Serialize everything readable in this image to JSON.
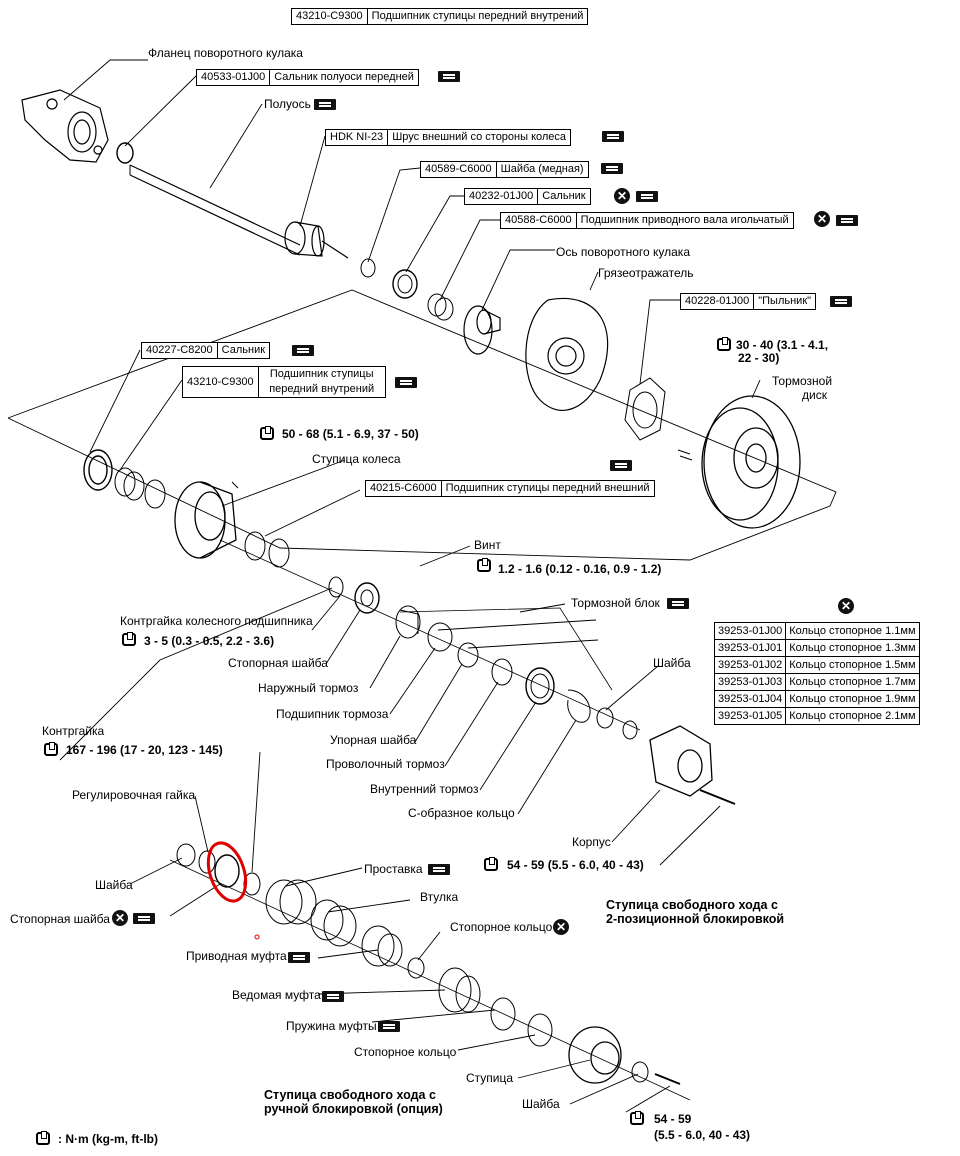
{
  "top_box": {
    "pn": "43210-C9300",
    "text": "Подшипник ступицы передний внутрений"
  },
  "part_boxes": [
    {
      "pn": "40533-01J00",
      "text": "Сальник полуоси передней"
    },
    {
      "pn": "HDK NI-23",
      "text": "Шрус внешний со стороны колеса"
    },
    {
      "pn": "40589-C6000",
      "text": "Шайба (медная)"
    },
    {
      "pn": "40232-01J00",
      "text": "Сальник"
    },
    {
      "pn": "40588-C6000",
      "text": "Подшипник приводного вала игольчатый"
    },
    {
      "pn": "40228-01J00",
      "text": "\"Пыльник\""
    },
    {
      "pn": "40227-C8200",
      "text": "Сальник"
    },
    {
      "pn": "43210-C9300",
      "text": "Подшипник ступицы передний внутрений"
    },
    {
      "pn": "40215-C6000",
      "text": "Подшипник ступицы передний внешний"
    }
  ],
  "labels": {
    "flange": "Фланец поворотного кулака",
    "axle": "Полуось",
    "knuckle_spindle": "Ось поворотного кулака",
    "mud_guard": "Грязеотражатель",
    "brake_disc_1": "Тормозной",
    "brake_disc_2": "диск",
    "wheel_hub": "Ступица колеса",
    "screw": "Винт",
    "lock_nut_bearing": "Контргайка колесного подшипника",
    "lock_washer": "Стопорная шайба",
    "outer_brake": "Наружный тормоз",
    "brake_bearing": "Подшипник тормоза",
    "thrust_washer": "Упорная шайба",
    "wire_brake": "Проволочный тормоз",
    "inner_brake": "Внутренний тормоз",
    "c_ring": "С-образное кольцо",
    "brake_block": "Тормозной блок",
    "washer_right": "Шайба",
    "housing": "Корпус",
    "locknut": "Контргайка",
    "adjust_nut": "Регулировочная гайка",
    "washer_left": "Шайба",
    "lock_washer_left": "Стопорная шайба",
    "spacer": "Проставка",
    "bushing": "Втулка",
    "snap_ring_1": "Стопорное кольцо",
    "drive_clutch": "Приводная муфта",
    "driven_clutch": "Ведомая муфта",
    "clutch_spring": "Пружина муфты",
    "snap_ring_2": "Стопорное кольцо",
    "hub": "Ступица",
    "washer_bottom": "Шайба"
  },
  "torques": {
    "disc": "30 - 40 (3.1 - 4.1,",
    "disc_2": "22 - 30)",
    "hub_bolt": "50 - 68 (5.1 - 6.9, 37 - 50)",
    "screw": "1.2 - 1.6 (0.12 - 0.16, 0.9 - 1.2)",
    "locknut_bearing": "3 - 5 (0.3 - 0.5, 2.2 - 3.6)",
    "locknut": "167 - 196 (17 - 20, 123 - 145)",
    "housing": "54 - 59 (5.5 - 6.0, 40 - 43)",
    "bottom_1": "54 - 59",
    "bottom_2": "(5.5 - 6.0, 40 - 43)"
  },
  "titles": {
    "auto_hub_1": "Ступица свободного хода с",
    "auto_hub_2": "2-позиционной блокировкой",
    "manual_hub_1": "Ступица свободного хода с",
    "manual_hub_2": "ручной блокировкой (опция)"
  },
  "legend": ": N·m (kg-m, ft-lb)",
  "snap_ring_table": [
    [
      "39253-01J00",
      "Кольцо стопорное 1.1мм"
    ],
    [
      "39253-01J01",
      "Кольцо стопорное 1.3мм"
    ],
    [
      "39253-01J02",
      "Кольцо стопорное 1.5мм"
    ],
    [
      "39253-01J03",
      "Кольцо стопорное 1.7мм"
    ],
    [
      "39253-01J04",
      "Кольцо стопорное 1.9мм"
    ],
    [
      "39253-01J05",
      "Кольцо стопорное 2.1мм"
    ]
  ],
  "icons": [
    "not-reusable-x-icon",
    "catalog-tag-icon",
    "torque-wrench-icon"
  ],
  "colors": {
    "highlight": "#e00000"
  }
}
